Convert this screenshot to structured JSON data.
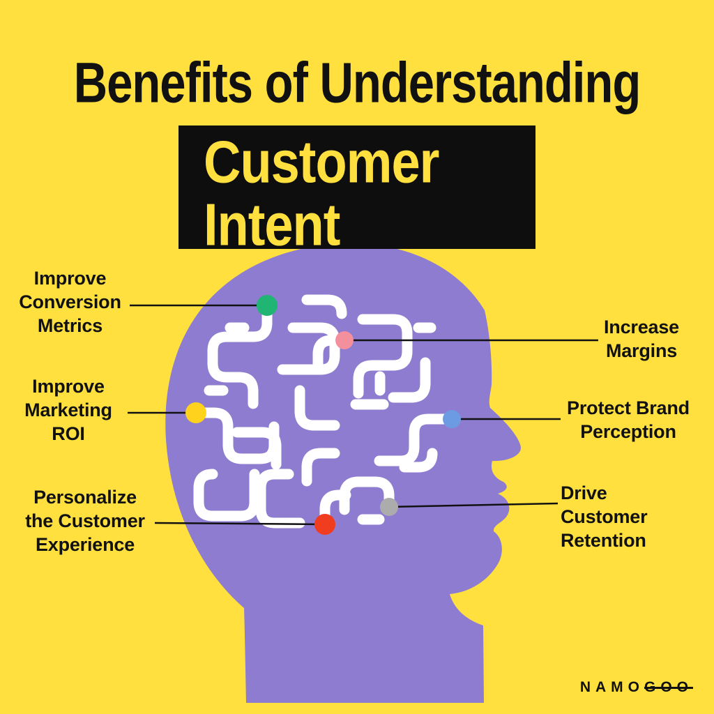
{
  "title": {
    "line1": "Benefits of Understanding",
    "highlight": "Customer Intent"
  },
  "brand": {
    "prefix": "NAMO",
    "strike": "GOO"
  },
  "colors": {
    "background": "#FFE03E",
    "head": "#8D7CCF",
    "maze": "#FFFFFF",
    "ink": "#111111",
    "title_highlight_bg": "#0E0E0E",
    "title_highlight_text": "#FFE03E"
  },
  "callouts": [
    {
      "id": "improve-conversion-metrics",
      "label": "Improve\nConversion\nMetrics",
      "dot_color": "#21B573",
      "side": "left"
    },
    {
      "id": "improve-marketing-roi",
      "label": "Improve\nMarketing\nROI",
      "dot_color": "#FFD21E",
      "side": "left"
    },
    {
      "id": "personalize-customer-experience",
      "label": "Personalize\nthe Customer\nExperience",
      "dot_color": "#F13D1F",
      "side": "left"
    },
    {
      "id": "increase-margins",
      "label": "Increase\nMargins",
      "dot_color": "#F48F9E",
      "side": "right"
    },
    {
      "id": "protect-brand-perception",
      "label": "Protect Brand\nPerception",
      "dot_color": "#6D9BE3",
      "side": "right"
    },
    {
      "id": "drive-customer-retention",
      "label": "Drive Customer\nRetention",
      "dot_color": "#ACACAC",
      "side": "right"
    }
  ]
}
